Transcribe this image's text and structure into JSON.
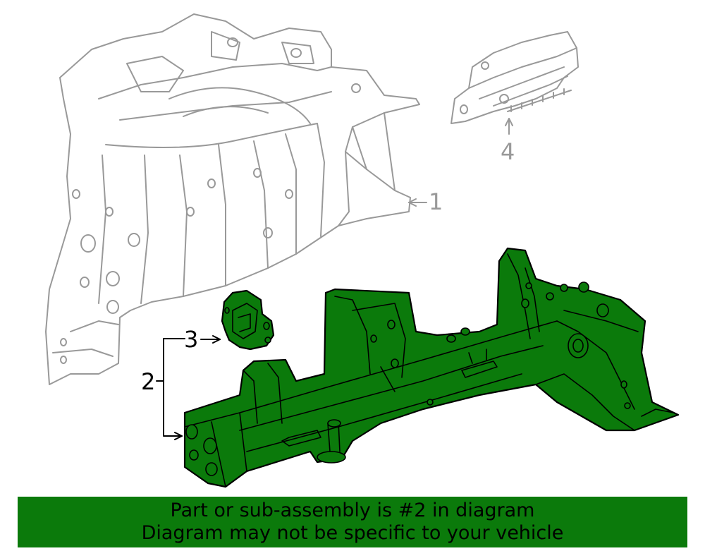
{
  "callouts": {
    "c1": "1",
    "c2": "2",
    "c3": "3",
    "c4": "4"
  },
  "banner": {
    "line1": "Part or sub-assembly is #2 in diagram",
    "line2": "Diagram may not be specific to your vehicle"
  },
  "colors": {
    "highlight": "#0b7a0b",
    "outline_gray": "#999999"
  }
}
